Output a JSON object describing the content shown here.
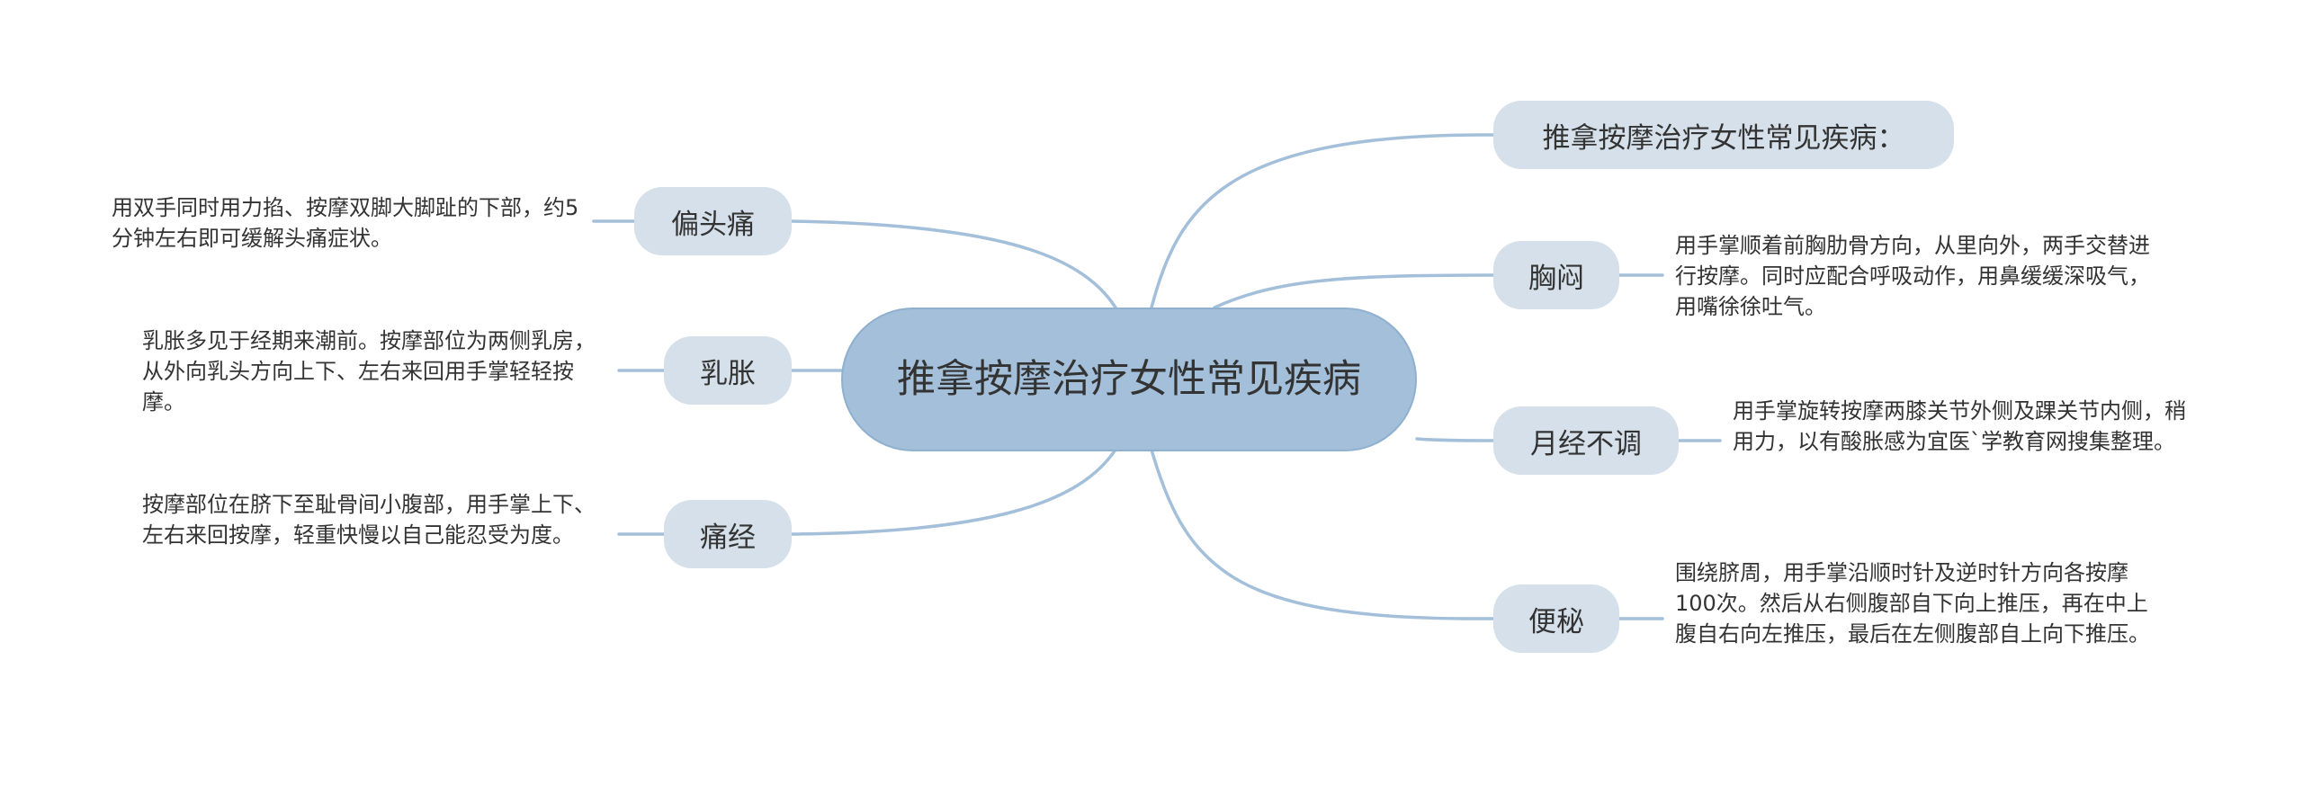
{
  "root": {
    "label": "推拿按摩治疗女性常见疾病"
  },
  "right_branches": [
    {
      "label": "推拿按摩治疗女性常见疾病：",
      "note": ""
    },
    {
      "label": "胸闷",
      "note": "用手掌顺着前胸肋骨方向，从里向外，两手交替进行按摩。同时应配合呼吸动作，用鼻缓缓深吸气，用嘴徐徐吐气。"
    },
    {
      "label": "月经不调",
      "note": "用手掌旋转按摩两膝关节外侧及踝关节内侧，稍用力，以有酸胀感为宜医`学教育网搜集整理。"
    },
    {
      "label": "便秘",
      "note": "围绕脐周，用手掌沿顺时针及逆时针方向各按摩100次。然后从右侧腹部自下向上推压，再在中上腹自右向左推压，最后在左侧腹部自上向下推压。"
    }
  ],
  "left_branches": [
    {
      "label": "偏头痛",
      "note": "用双手同时用力掐、按摩双脚大脚趾的下部，约5分钟左右即可缓解头痛症状。"
    },
    {
      "label": "乳胀",
      "note": "乳胀多见于经期来潮前。按摩部位为两侧乳房，从外向乳头方向上下、左右来回用手掌轻轻按摩。"
    },
    {
      "label": "痛经",
      "note": "按摩部位在脐下至耻骨间小腹部，用手掌上下、左右来回按摩，轻重快慢以自己能忍受为度。"
    }
  ],
  "colors": {
    "line": "#a3bfd9",
    "pill": "#d5e0ea",
    "root": "#a3bfd9",
    "text": "#333333"
  }
}
